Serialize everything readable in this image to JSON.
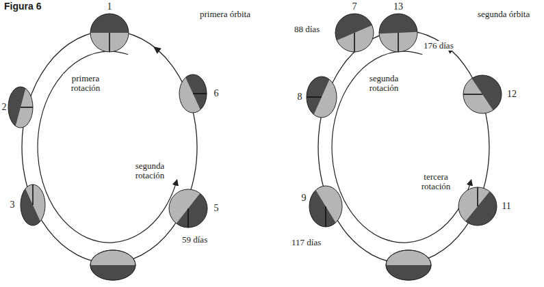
{
  "diagram": {
    "nodes": [
      {
        "text": [
          "1"
        ]
      },
      {
        "text": [
          "2"
        ]
      },
      {
        "text": [
          "3"
        ]
      },
      {
        "text": [
          "5"
        ]
      },
      {
        "text": [
          "6"
        ]
      },
      {
        "text": [
          "7"
        ]
      },
      {
        "text": [
          "8"
        ]
      },
      {
        "text": [
          "9"
        ]
      },
      {
        "text": [
          "11"
        ]
      },
      {
        "text": [
          "12"
        ]
      },
      {
        "text": [
          "13"
        ]
      }
    ],
    "labels": [
      "Figura 6",
      "primera órbita",
      "primera rotación",
      "segunda rotación",
      "59 días",
      "segunda órbita",
      "88 días",
      "176 días",
      "segunda rotación",
      "tercera rotación",
      "117 días"
    ]
  }
}
